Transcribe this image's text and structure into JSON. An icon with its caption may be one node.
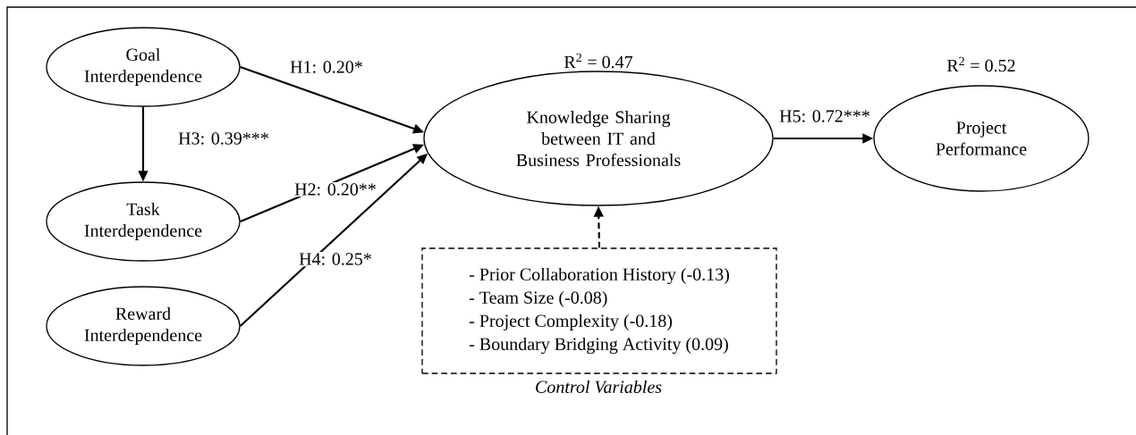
{
  "diagram": {
    "nodes": [
      {
        "text": [
          "Goal Interdependence"
        ]
      },
      {
        "text": [
          "Task Interdependence"
        ]
      },
      {
        "text": [
          "Reward Interdependence"
        ]
      },
      {
        "text": [
          "Knowledge Sharing between IT and Business Professionals"
        ],
        "beside": [
          "R$^{2}$ = 0.47"
        ]
      },
      {
        "text": [
          "Project Performance"
        ],
        "beside": [
          "R$^{2}$ = 0.52"
        ]
      },
      {
        "text": [
          "- Prior Collaboration History (-0.13)",
          "- Team Size (-0.08)",
          "- Project Complexity (-0.18)",
          "- Boundary Bridging Activity (0.09)"
        ],
        "beside": [
          "Control Variables"
        ]
      }
    ],
    "edges": [
      {
        "from": 0,
        "to": 3,
        "arrow": "to",
        "label": "H1: 0.20*"
      },
      {
        "from": 0,
        "to": 1,
        "arrow": "to",
        "label": "H3: 0.39***"
      },
      {
        "from": 1,
        "to": 3,
        "arrow": "to",
        "label": "H2: 0.20**"
      },
      {
        "from": 2,
        "to": 3,
        "arrow": "to",
        "label": "H4: 0.25*"
      },
      {
        "from": 3,
        "to": 4,
        "arrow": "to",
        "label": "H5: 0.72***"
      },
      {
        "from": 5,
        "to": 3,
        "arrow": "to",
        "style": "dashed"
      }
    ]
  }
}
